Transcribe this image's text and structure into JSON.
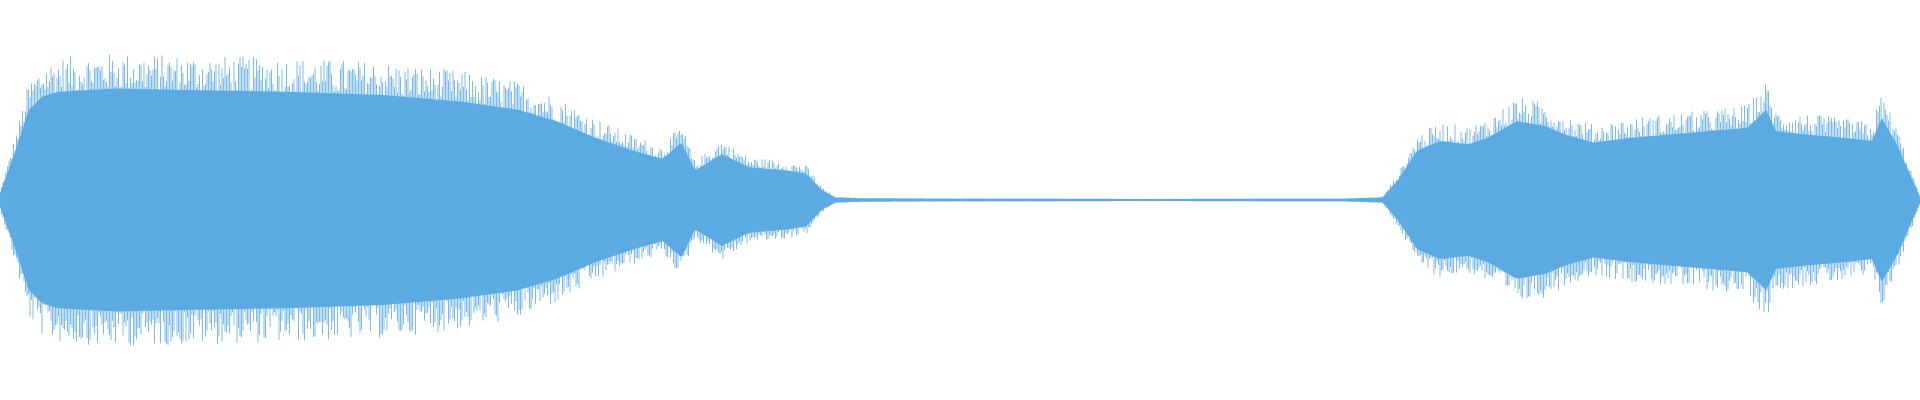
{
  "waveform": {
    "color": "#5dabe2",
    "background": "#ffffff",
    "amplitude_envelope": [
      [
        0.0,
        0.04
      ],
      [
        0.008,
        0.3
      ],
      [
        0.015,
        0.55
      ],
      [
        0.022,
        0.63
      ],
      [
        0.03,
        0.66
      ],
      [
        0.06,
        0.68
      ],
      [
        0.1,
        0.67
      ],
      [
        0.15,
        0.66
      ],
      [
        0.2,
        0.64
      ],
      [
        0.24,
        0.6
      ],
      [
        0.27,
        0.55
      ],
      [
        0.29,
        0.48
      ],
      [
        0.31,
        0.38
      ],
      [
        0.33,
        0.3
      ],
      [
        0.345,
        0.25
      ],
      [
        0.355,
        0.35
      ],
      [
        0.362,
        0.18
      ],
      [
        0.376,
        0.28
      ],
      [
        0.39,
        0.2
      ],
      [
        0.41,
        0.18
      ],
      [
        0.42,
        0.16
      ],
      [
        0.428,
        0.06
      ],
      [
        0.435,
        0.015
      ],
      [
        0.45,
        0.01
      ],
      [
        0.5,
        0.008
      ],
      [
        0.6,
        0.006
      ],
      [
        0.7,
        0.008
      ],
      [
        0.72,
        0.015
      ],
      [
        0.728,
        0.12
      ],
      [
        0.738,
        0.3
      ],
      [
        0.75,
        0.36
      ],
      [
        0.765,
        0.34
      ],
      [
        0.775,
        0.38
      ],
      [
        0.79,
        0.48
      ],
      [
        0.805,
        0.45
      ],
      [
        0.815,
        0.4
      ],
      [
        0.83,
        0.35
      ],
      [
        0.85,
        0.38
      ],
      [
        0.87,
        0.4
      ],
      [
        0.89,
        0.42
      ],
      [
        0.91,
        0.44
      ],
      [
        0.92,
        0.55
      ],
      [
        0.925,
        0.42
      ],
      [
        0.94,
        0.4
      ],
      [
        0.96,
        0.38
      ],
      [
        0.975,
        0.36
      ],
      [
        0.98,
        0.5
      ],
      [
        0.988,
        0.34
      ],
      [
        0.995,
        0.15
      ],
      [
        1.0,
        0.02
      ]
    ]
  }
}
